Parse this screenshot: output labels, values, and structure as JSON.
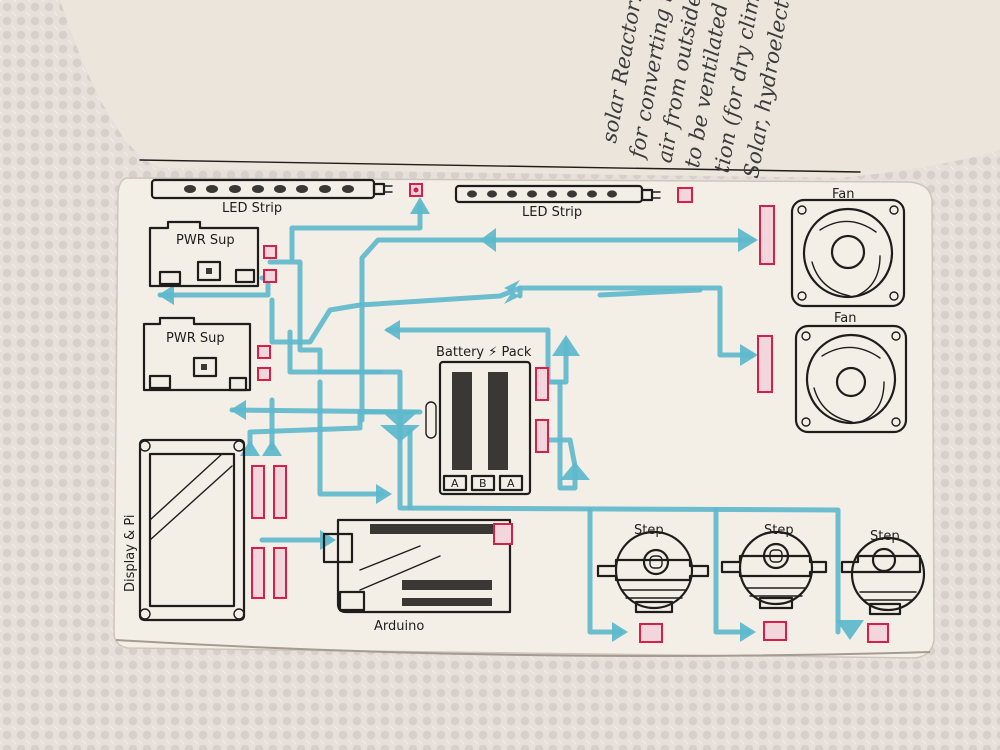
{
  "labels": {
    "led_strip": "LED Strip",
    "pwr_sup": "PWR Sup",
    "battery_pack": "Battery ⚡ Pack",
    "display_pi": "Display & Pi",
    "arduino": "Arduino",
    "fan": "Fan",
    "step": "Step",
    "battery_cells": [
      "A",
      "B",
      "A"
    ]
  },
  "handwriting": [
    "solar Reactor:",
    "for converting to craft",
    "air from outside",
    "to be ventilated",
    "tion (for dry climates)",
    "Solar, hydroelectric"
  ],
  "colors": {
    "wire": "#5fb8cc",
    "relay": "#d81f4a",
    "ink": "#1f1d1c",
    "paper": "#f4efe6"
  }
}
